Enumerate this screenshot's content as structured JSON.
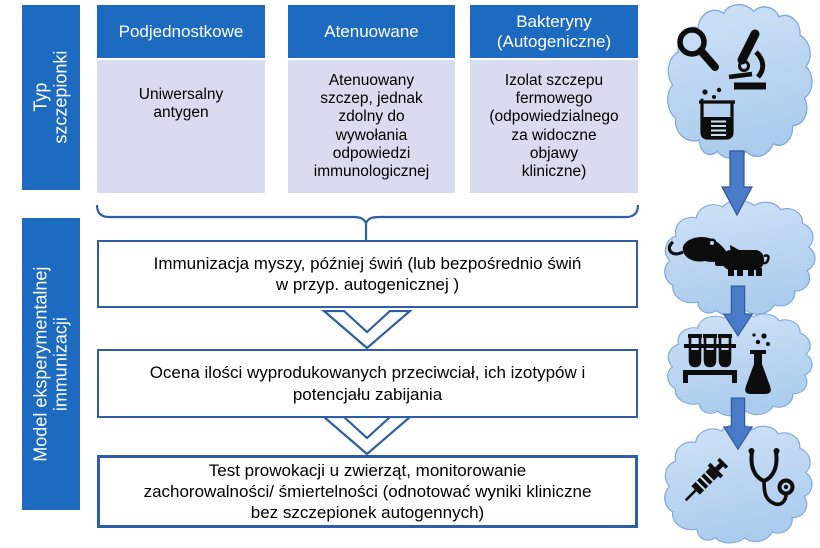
{
  "colors": {
    "accent_blue": "#1d6ac1",
    "panel_lavender": "#d8dcee",
    "outline_blue": "#2e5fa6",
    "arrow_blue": "#4a7bc8",
    "cloud_fill": "#bdd6f0",
    "cloud_stroke": "#7ea9dd",
    "icon_black": "#0d0d0d"
  },
  "left_bars": [
    {
      "label": "Typ\nszczepionki"
    },
    {
      "label": "Model eksperymentalnej\nimmunizacji"
    }
  ],
  "vaccine_types": [
    {
      "header": "Podjednostkowe",
      "body": "Uniwersalny\nantygen"
    },
    {
      "header": "Atenuowane",
      "body": "Atenuowany\nszczep, jednak\nzdolny do\nwywołania\nodpowiedzi\nimmunologicznej"
    },
    {
      "header": "Bakteryny\n(Autogeniczne)",
      "body": "Izolat szczepu\nfermowego\n(odpowiedzialnego\nza widoczne\nobjawy\nkliniczne)"
    }
  ],
  "process_steps": [
    {
      "text": "Immunizacja myszy, później świń (lub bezpośrednio świń\nw przyp. autogenicznej )"
    },
    {
      "text": "Ocena ilości wyprodukowanych przeciwciał, ich izotypów i\npotencjału zabijania"
    },
    {
      "text": "Test prowokacji u zwierząt, monitorowanie\nzachorowalności/ śmiertelności (odnotować wyniki kliniczne\nbez szczepionek autogennych)"
    }
  ],
  "cloud_stages": [
    {
      "icons": [
        "magnifier-icon",
        "microscope-icon",
        "beaker-icon"
      ]
    },
    {
      "icons": [
        "mouse-icon",
        "pig-icon"
      ]
    },
    {
      "icons": [
        "test-tubes-icon",
        "flask-icon"
      ]
    },
    {
      "icons": [
        "syringe-icon",
        "stethoscope-icon"
      ]
    }
  ]
}
